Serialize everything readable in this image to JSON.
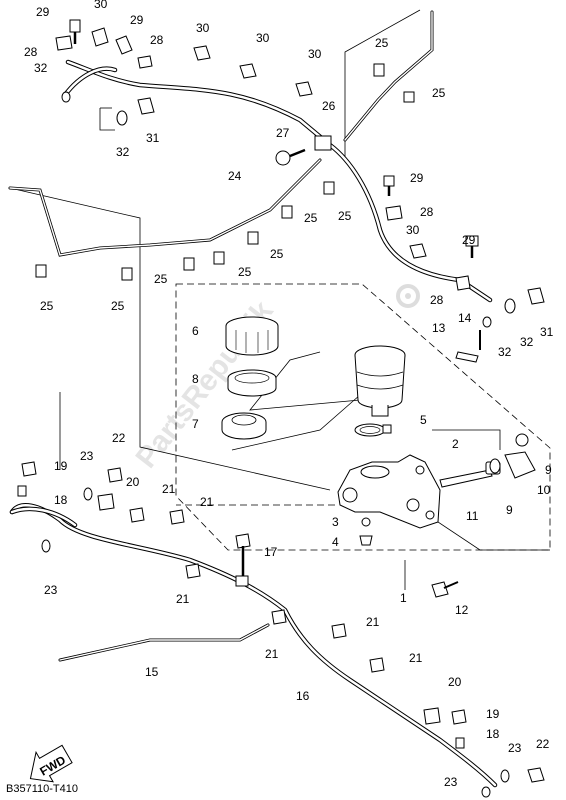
{
  "diagram": {
    "code": "B357110-T410",
    "watermark": "PartsRepublik",
    "fwd_label": "FWD",
    "callouts": [
      {
        "id": "c1",
        "text": "1"
      },
      {
        "id": "c2",
        "text": "2"
      },
      {
        "id": "c3",
        "text": "3"
      },
      {
        "id": "c4",
        "text": "4"
      },
      {
        "id": "c5",
        "text": "5"
      },
      {
        "id": "c6",
        "text": "6"
      },
      {
        "id": "c7",
        "text": "7"
      },
      {
        "id": "c8",
        "text": "8"
      },
      {
        "id": "c9a",
        "text": "9"
      },
      {
        "id": "c9b",
        "text": "9"
      },
      {
        "id": "c10",
        "text": "10"
      },
      {
        "id": "c11",
        "text": "11"
      },
      {
        "id": "c12",
        "text": "12"
      },
      {
        "id": "c13",
        "text": "13"
      },
      {
        "id": "c14",
        "text": "14"
      },
      {
        "id": "c15",
        "text": "15"
      },
      {
        "id": "c16",
        "text": "16"
      },
      {
        "id": "c17",
        "text": "17"
      },
      {
        "id": "c18a",
        "text": "18"
      },
      {
        "id": "c18b",
        "text": "18"
      },
      {
        "id": "c19a",
        "text": "19"
      },
      {
        "id": "c19b",
        "text": "19"
      },
      {
        "id": "c20a",
        "text": "20"
      },
      {
        "id": "c20b",
        "text": "20"
      },
      {
        "id": "c21a",
        "text": "21"
      },
      {
        "id": "c21b",
        "text": "21"
      },
      {
        "id": "c21c",
        "text": "21"
      },
      {
        "id": "c21d",
        "text": "21"
      },
      {
        "id": "c21e",
        "text": "21"
      },
      {
        "id": "c21f",
        "text": "21"
      },
      {
        "id": "c22a",
        "text": "22"
      },
      {
        "id": "c22b",
        "text": "22"
      },
      {
        "id": "c23a",
        "text": "23"
      },
      {
        "id": "c23b",
        "text": "23"
      },
      {
        "id": "c23c",
        "text": "23"
      },
      {
        "id": "c23d",
        "text": "23"
      },
      {
        "id": "c24",
        "text": "24"
      },
      {
        "id": "c25a",
        "text": "25"
      },
      {
        "id": "c25b",
        "text": "25"
      },
      {
        "id": "c25c",
        "text": "25"
      },
      {
        "id": "c25d",
        "text": "25"
      },
      {
        "id": "c25e",
        "text": "25"
      },
      {
        "id": "c25f",
        "text": "25"
      },
      {
        "id": "c25g",
        "text": "25"
      },
      {
        "id": "c25h",
        "text": "25"
      },
      {
        "id": "c25i",
        "text": "25"
      },
      {
        "id": "c26",
        "text": "26"
      },
      {
        "id": "c27",
        "text": "27"
      },
      {
        "id": "c28a",
        "text": "28"
      },
      {
        "id": "c28b",
        "text": "28"
      },
      {
        "id": "c28c",
        "text": "28"
      },
      {
        "id": "c28d",
        "text": "28"
      },
      {
        "id": "c29a",
        "text": "29"
      },
      {
        "id": "c29b",
        "text": "29"
      },
      {
        "id": "c29c",
        "text": "29"
      },
      {
        "id": "c29d",
        "text": "29"
      },
      {
        "id": "c30a",
        "text": "30"
      },
      {
        "id": "c30b",
        "text": "30"
      },
      {
        "id": "c30c",
        "text": "30"
      },
      {
        "id": "c30d",
        "text": "30"
      },
      {
        "id": "c30e",
        "text": "30"
      },
      {
        "id": "c31a",
        "text": "31"
      },
      {
        "id": "c31b",
        "text": "31"
      },
      {
        "id": "c32a",
        "text": "32"
      },
      {
        "id": "c32b",
        "text": "32"
      },
      {
        "id": "c32c",
        "text": "32"
      },
      {
        "id": "c32d",
        "text": "32"
      }
    ]
  }
}
